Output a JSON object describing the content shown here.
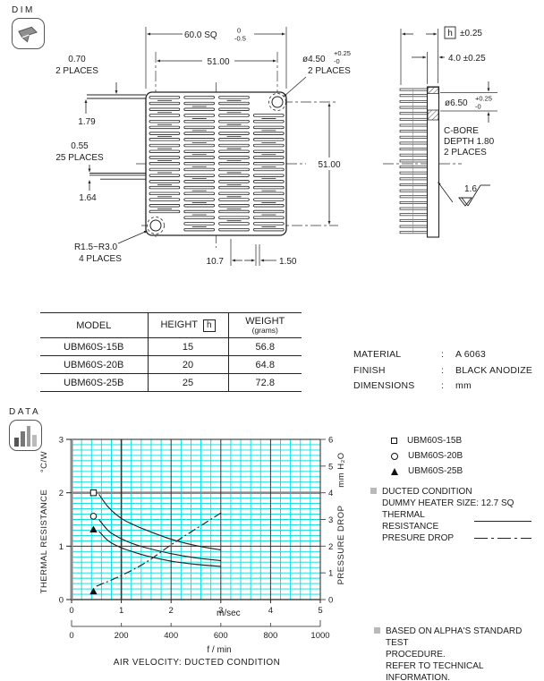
{
  "badges": {
    "dim": "DIM",
    "data": "DATA"
  },
  "front_view": {
    "dim_width": "60.0 SQ",
    "dim_width_tol_top": "0",
    "dim_width_tol_bot": "-0.5",
    "dim_hole_span_h": "51.00",
    "dim_hole_span_v": "51.00",
    "hole_dia": "ø4.50",
    "hole_tol_top": "+0.25",
    "hole_tol_bot": "-0",
    "hole_places": "2 PLACES",
    "tab": "0.70",
    "tab_places": "2 PLACES",
    "tab_offset": "1.79",
    "fin": "0.55",
    "fin_places": "25 PLACES",
    "fin_pitch": "1.64",
    "corner_radius": "R1.5~R3.0",
    "corner_places": "4 PLACES",
    "dim_base_gap": "10.7",
    "dim_fin_gap": "1.50"
  },
  "side_view": {
    "height_sym": "h",
    "height_tol": "±0.25",
    "base_dim": "4.0 ±0.25",
    "cbore_dia": "ø6.50",
    "cbore_tol_top": "+0.25",
    "cbore_tol_bot": "-0",
    "cbore_l1": "C-BORE",
    "cbore_l2": "DEPTH 1.80",
    "cbore_l3": "2 PLACES",
    "roughness": "1.6"
  },
  "table": {
    "headers": {
      "model": "MODEL",
      "height": "HEIGHT",
      "height_sym": "h",
      "weight": "WEIGHT",
      "weight_unit": "(grams)"
    },
    "rows": [
      {
        "model": "UBM60S-15B",
        "height": "15",
        "weight": "56.8"
      },
      {
        "model": "UBM60S-20B",
        "height": "20",
        "weight": "64.8"
      },
      {
        "model": "UBM60S-25B",
        "height": "25",
        "weight": "72.8"
      }
    ]
  },
  "specs": {
    "colon": ":",
    "material_label": "MATERIAL",
    "material": "A 6063",
    "finish_label": "FINISH",
    "finish": "BLACK ANODIZE",
    "dimensions_label": "DIMENSIONS",
    "dimensions": "mm"
  },
  "legend": {
    "items": [
      {
        "marker": "square",
        "label": "UBM60S-15B"
      },
      {
        "marker": "circle",
        "label": "UBM60S-20B"
      },
      {
        "marker": "triangle",
        "label": "UBM60S-25B"
      }
    ]
  },
  "ducted_note": {
    "title": "DUCTED CONDITION",
    "heater": "DUMMY HEATER SIZE: 12.7 SQ",
    "thermal": "THERMAL RESISTANCE",
    "pressure": "PRESURE DROP"
  },
  "footer_note": {
    "l1": "BASED ON ALPHA'S STANDARD TEST",
    "l2": "PROCEDURE.",
    "l3": "REFER TO TECHNICAL INFORMATION."
  },
  "chart_data": {
    "type": "line",
    "caption": "AIR VELOCITY:  DUCTED CONDITION",
    "x_axis": {
      "label": "m/sec",
      "min": 0,
      "max": 5,
      "ticks": [
        0,
        1,
        2,
        3,
        4,
        5
      ]
    },
    "x_axis2": {
      "label": "f / min",
      "min": 0,
      "max": 1000,
      "ticks": [
        0,
        200,
        400,
        600,
        800,
        1000
      ]
    },
    "y_left": {
      "label": "THERMAL RESISTANCE",
      "unit": "°C/W",
      "min": 0,
      "max": 3,
      "ticks": [
        0,
        1,
        2,
        3
      ]
    },
    "y_right": {
      "label": "PRESSURE DROP",
      "unit": "mm H₂O",
      "min": 0,
      "max": 6,
      "ticks": [
        0,
        1,
        2,
        3,
        4,
        5,
        6
      ]
    },
    "grid": {
      "minor_x_step": 0.2,
      "minor_y_step": 0.1,
      "color": "#00dede",
      "major_x": [
        1,
        2,
        3,
        4
      ],
      "major_y_left": [
        1,
        2
      ]
    },
    "series": [
      {
        "name": "UBM60S-15B",
        "marker": "square",
        "axis": "left",
        "style": "solid",
        "marker_at": [
          0.44,
          2.0
        ],
        "points": [
          [
            0.55,
            1.97
          ],
          [
            0.75,
            1.72
          ],
          [
            1,
            1.52
          ],
          [
            1.25,
            1.4
          ],
          [
            1.5,
            1.3
          ],
          [
            2,
            1.13
          ],
          [
            2.5,
            1.01
          ],
          [
            3,
            0.93
          ]
        ]
      },
      {
        "name": "UBM60S-20B",
        "marker": "circle",
        "axis": "left",
        "style": "solid",
        "marker_at": [
          0.44,
          1.56
        ],
        "points": [
          [
            0.55,
            1.5
          ],
          [
            0.75,
            1.28
          ],
          [
            1,
            1.14
          ],
          [
            1.25,
            1.04
          ],
          [
            1.5,
            0.97
          ],
          [
            2,
            0.86
          ],
          [
            2.5,
            0.78
          ],
          [
            3,
            0.73
          ]
        ]
      },
      {
        "name": "UBM60S-25B",
        "marker": "triangle",
        "axis": "left",
        "style": "solid",
        "marker_at": [
          0.44,
          1.31
        ],
        "points": [
          [
            0.55,
            1.28
          ],
          [
            0.75,
            1.09
          ],
          [
            1,
            0.97
          ],
          [
            1.25,
            0.89
          ],
          [
            1.5,
            0.82
          ],
          [
            2,
            0.72
          ],
          [
            2.5,
            0.66
          ],
          [
            3,
            0.62
          ]
        ]
      },
      {
        "name": "PRESSURE DROP",
        "marker": "triangle",
        "axis": "right",
        "style": "dashdot",
        "marker_at": [
          0.44,
          0.3
        ],
        "points": [
          [
            0.5,
            0.5
          ],
          [
            1,
            0.9
          ],
          [
            1.5,
            1.4
          ],
          [
            2,
            2.05
          ],
          [
            2.5,
            2.65
          ],
          [
            3.05,
            3.3
          ]
        ]
      }
    ]
  }
}
